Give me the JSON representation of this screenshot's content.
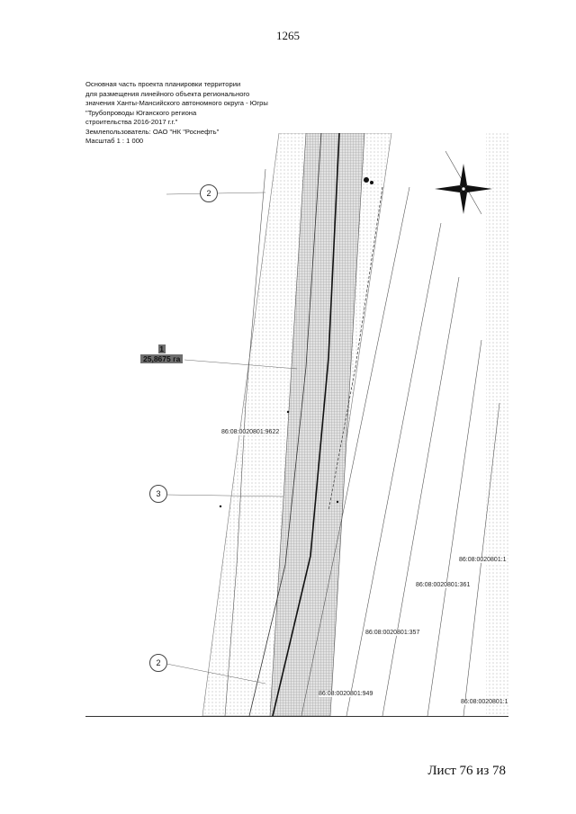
{
  "page_number": "1265",
  "header": {
    "lines": [
      "Основная часть проекта планировки территории",
      "для размещения линейного объекта регионального",
      "значения Ханты-Мансийского автономного округа - Югры",
      "\"Трубопроводы Юганского региона",
      "строительства 2016-2017 г.г.\"",
      "Землепользователь: ОАО \"НК \"Роснефть\""
    ]
  },
  "scale_label": "Масштаб 1 : 1 000",
  "area": {
    "number": "1",
    "value": "25,8675 га"
  },
  "callouts": [
    "2",
    "3",
    "2"
  ],
  "parcels": [
    "86:08:0020801:9622",
    "86:08:0020801:361",
    "86:08:0020801:357",
    "86:08:0020801:949",
    "86:08:0020801:1",
    "86:08:0020801:1"
  ],
  "sheet_label": "Лист 76 из 78"
}
